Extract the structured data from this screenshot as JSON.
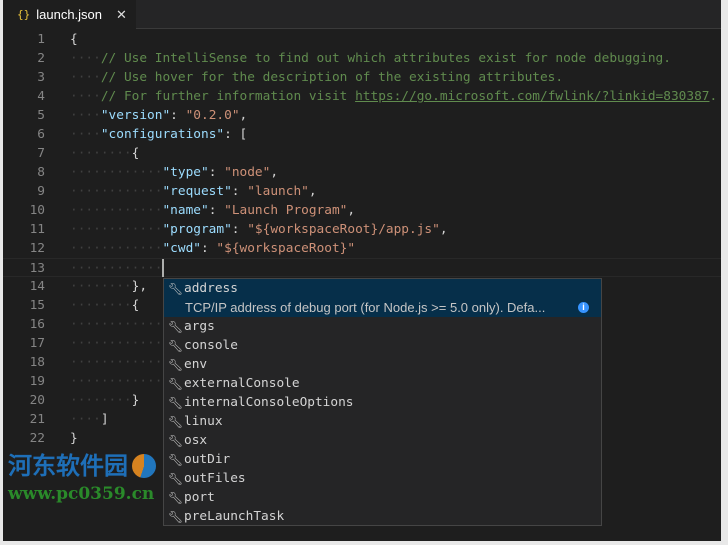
{
  "tab": {
    "icon": "{}",
    "title": "launch.json",
    "close": "✕"
  },
  "lines": [
    {
      "n": "1",
      "t": [
        [
          "{",
          "pn"
        ]
      ]
    },
    {
      "n": "2",
      "t": [
        [
          "····",
          "ws"
        ],
        [
          "// Use IntelliSense to find out which attributes exist for node debugging.",
          "cm"
        ]
      ]
    },
    {
      "n": "3",
      "t": [
        [
          "····",
          "ws"
        ],
        [
          "// Use hover for the description of the existing attributes.",
          "cm"
        ]
      ]
    },
    {
      "n": "4",
      "t": [
        [
          "····",
          "ws"
        ],
        [
          "// For further information visit ",
          "cm"
        ],
        [
          "https://go.microsoft.com/fwlink/?linkid=830387",
          "lk"
        ],
        [
          ".",
          "cm"
        ]
      ]
    },
    {
      "n": "5",
      "t": [
        [
          "····",
          "ws"
        ],
        [
          "\"version\"",
          "key"
        ],
        [
          ": ",
          "pn"
        ],
        [
          "\"0.2.0\"",
          "str"
        ],
        [
          ",",
          "pn"
        ]
      ]
    },
    {
      "n": "6",
      "t": [
        [
          "····",
          "ws"
        ],
        [
          "\"configurations\"",
          "key"
        ],
        [
          ": [",
          "pn"
        ]
      ]
    },
    {
      "n": "7",
      "t": [
        [
          "········",
          "ws"
        ],
        [
          "{",
          "pn"
        ]
      ]
    },
    {
      "n": "8",
      "t": [
        [
          "············",
          "ws"
        ],
        [
          "\"type\"",
          "key"
        ],
        [
          ": ",
          "pn"
        ],
        [
          "\"node\"",
          "str"
        ],
        [
          ",",
          "pn"
        ]
      ]
    },
    {
      "n": "9",
      "t": [
        [
          "············",
          "ws"
        ],
        [
          "\"request\"",
          "key"
        ],
        [
          ": ",
          "pn"
        ],
        [
          "\"launch\"",
          "str"
        ],
        [
          ",",
          "pn"
        ]
      ]
    },
    {
      "n": "10",
      "t": [
        [
          "············",
          "ws"
        ],
        [
          "\"name\"",
          "key"
        ],
        [
          ": ",
          "pn"
        ],
        [
          "\"Launch Program\"",
          "str"
        ],
        [
          ",",
          "pn"
        ]
      ]
    },
    {
      "n": "11",
      "t": [
        [
          "············",
          "ws"
        ],
        [
          "\"program\"",
          "key"
        ],
        [
          ": ",
          "pn"
        ],
        [
          "\"${workspaceRoot}/app.js\"",
          "str"
        ],
        [
          ",",
          "pn"
        ]
      ]
    },
    {
      "n": "12",
      "t": [
        [
          "············",
          "ws"
        ],
        [
          "\"cwd\"",
          "key"
        ],
        [
          ": ",
          "pn"
        ],
        [
          "\"${workspaceRoot}\"",
          "str"
        ]
      ]
    },
    {
      "n": "13",
      "t": [
        [
          "············",
          "ws"
        ]
      ]
    },
    {
      "n": "14",
      "t": [
        [
          "········",
          "ws"
        ],
        [
          "},",
          "pn"
        ]
      ]
    },
    {
      "n": "15",
      "t": [
        [
          "········",
          "ws"
        ],
        [
          "{",
          "pn"
        ]
      ]
    },
    {
      "n": "16",
      "t": [
        [
          "············",
          "ws"
        ]
      ]
    },
    {
      "n": "17",
      "t": [
        [
          "············",
          "ws"
        ]
      ]
    },
    {
      "n": "18",
      "t": [
        [
          "············",
          "ws"
        ]
      ]
    },
    {
      "n": "19",
      "t": [
        [
          "············",
          "ws"
        ]
      ]
    },
    {
      "n": "20",
      "t": [
        [
          "········",
          "ws"
        ],
        [
          "}",
          "pn"
        ]
      ]
    },
    {
      "n": "21",
      "t": [
        [
          "····",
          "ws"
        ],
        [
          "]",
          "pn"
        ]
      ]
    },
    {
      "n": "22",
      "t": [
        [
          "}",
          "pn"
        ]
      ]
    }
  ],
  "suggest": {
    "selected": {
      "label": "address",
      "detail": "TCP/IP address of debug port (for Node.js >= 5.0 only). Defa...",
      "info_icon": "i"
    },
    "items": [
      "args",
      "console",
      "env",
      "externalConsole",
      "internalConsoleOptions",
      "linux",
      "osx",
      "outDir",
      "outFiles",
      "port",
      "preLaunchTask"
    ],
    "item_icon": "wrench-icon"
  },
  "watermark": {
    "name": "河东软件园",
    "url": "www.pc0359.cn"
  },
  "colors": {
    "selection": "#062f4a",
    "comment": "#608b4e",
    "key": "#9cdcfe",
    "string": "#ce9178"
  }
}
